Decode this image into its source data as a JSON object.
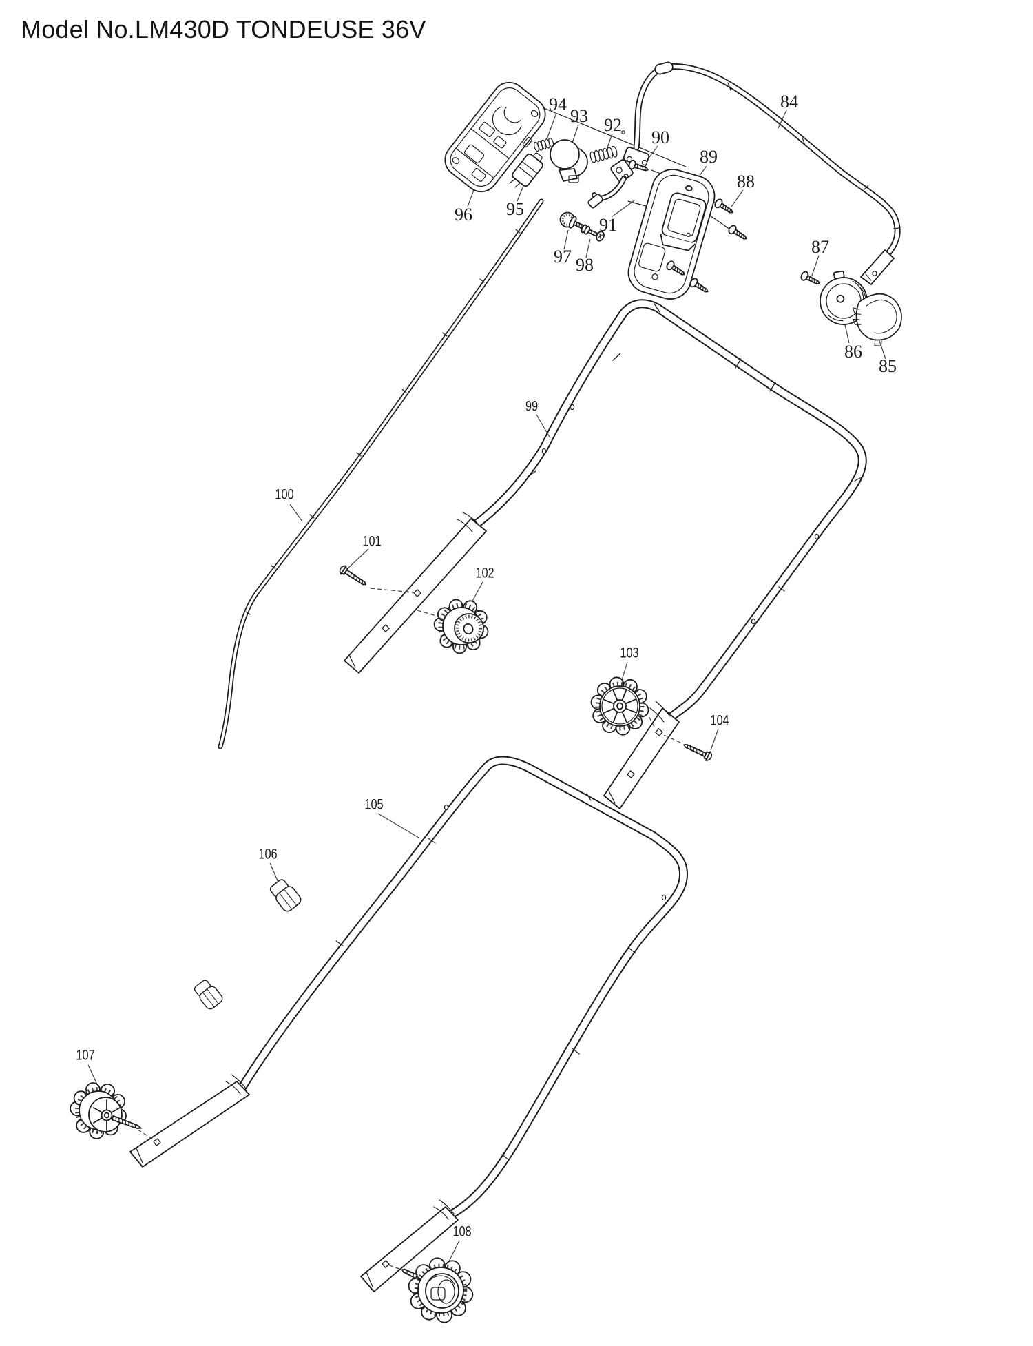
{
  "title": "Model No.LM430D TONDEUSE 36V",
  "diagram": {
    "type": "exploded-parts-diagram",
    "product": "LM430D TONDEUSE 36V",
    "line_color": "#1c1c1c",
    "background_color": "#ffffff",
    "part_numbers": [
      "84",
      "85",
      "86",
      "87",
      "88",
      "89",
      "90",
      "91",
      "92",
      "93",
      "94",
      "95",
      "96",
      "97",
      "98",
      "99",
      "100",
      "101",
      "102",
      "103",
      "104",
      "105",
      "106",
      "107",
      "108"
    ]
  }
}
